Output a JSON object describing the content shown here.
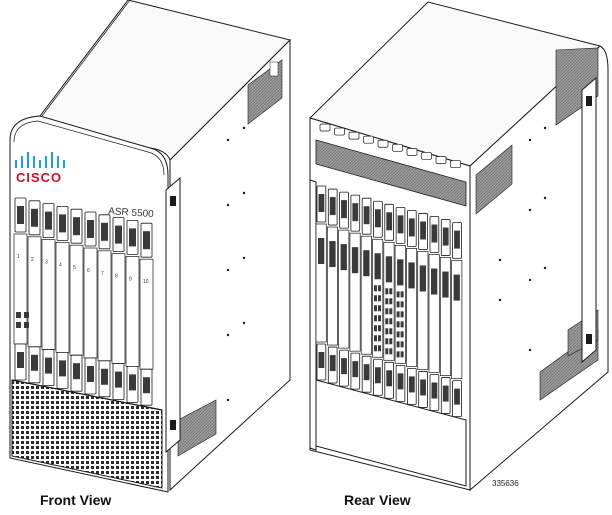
{
  "figure": {
    "views": [
      {
        "id": "front",
        "caption": "Front View",
        "brand_text": "CISCO",
        "model_text": "ASR 5500",
        "slot_labels": [
          "1",
          "2",
          "3",
          "4",
          "5",
          "6",
          "7",
          "8",
          "9",
          "10"
        ]
      },
      {
        "id": "rear",
        "caption": "Rear View"
      }
    ],
    "figure_number": "335636",
    "colors": {
      "line": "#1a1a1a",
      "chassis_fill": "#ffffff",
      "shade_panel": "#8c8c8c",
      "dark_slot": "#3a3a3a",
      "logo_red": "#c8102e",
      "logo_blue": "#1ba0d7"
    }
  }
}
